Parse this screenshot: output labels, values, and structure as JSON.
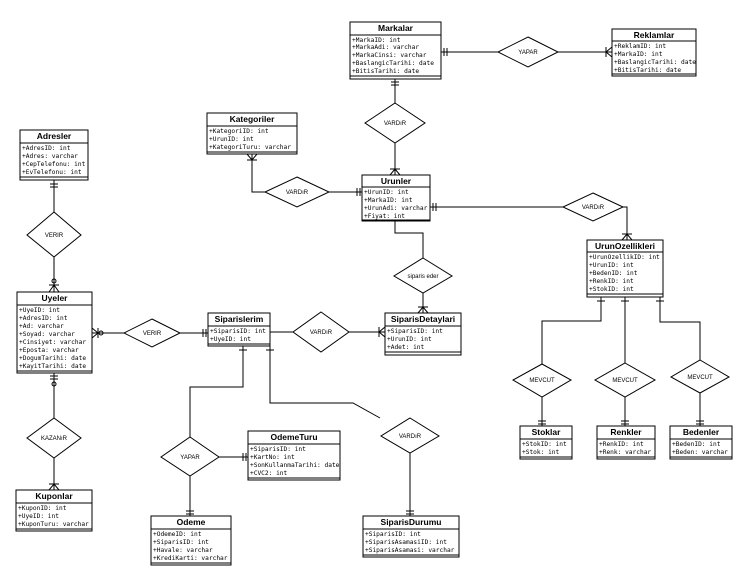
{
  "entities": {
    "markalar": {
      "title": "Markalar",
      "attrs": [
        "+MarkaID: int",
        "+MarkaAdi: varchar",
        "+MarkaCinsi: varchar",
        "+BaslangicTarihi: date",
        "+BitisTarihi: date"
      ]
    },
    "reklamlar": {
      "title": "Reklamlar",
      "attrs": [
        "+ReklamID: int",
        "+MarkaID: int",
        "+BaslangicTarihi: date",
        "+BitisTarihi: date"
      ]
    },
    "kategoriler": {
      "title": "Kategoriler",
      "attrs": [
        "+KategoriID: int",
        "+UrunID: int",
        "+KategoriTuru: varchar"
      ]
    },
    "adresler": {
      "title": "Adresler",
      "attrs": [
        "+AdresID: int",
        "+Adres: varchar",
        "+CepTelefonu: int",
        "+EvTelefonu: int"
      ]
    },
    "urunler": {
      "title": "Urunler",
      "attrs": [
        "+UrunID: int",
        "+MarkaID: int",
        "+UrunAdi: varchar",
        "+Fiyat: int"
      ]
    },
    "urunozellikleri": {
      "title": "UrunOzellikleri",
      "attrs": [
        "+UrunOzellikID: int",
        "+UrunID: int",
        "+BedenID: int",
        "+RenkID: int",
        "+StokID: int"
      ]
    },
    "uyeler": {
      "title": "Uyeler",
      "attrs": [
        "+UyeID: int",
        "+AdresID: int",
        "+Ad: varchar",
        "+Soyad: varchar",
        "+Cinsiyet: varchar",
        "+Eposta: varchar",
        "+DogumTarihi: date",
        "+KayitTarihi: date"
      ]
    },
    "siparislerim": {
      "title": "Siparislerim",
      "attrs": [
        "+SiparisID: int",
        "+UyeID: int"
      ]
    },
    "siparisdetaylari": {
      "title": "SiparisDetaylari",
      "attrs": [
        "+SiparisID: int",
        "+UrunID: int",
        "+Adet: int"
      ]
    },
    "stoklar": {
      "title": "Stoklar",
      "attrs": [
        "+StokID: int",
        "+Stok: int"
      ]
    },
    "renkler": {
      "title": "Renkler",
      "attrs": [
        "+RenkID: int",
        "+Renk: varchar"
      ]
    },
    "bedenler": {
      "title": "Bedenler",
      "attrs": [
        "+BedenID: int",
        "+Beden: varchar"
      ]
    },
    "odemeturu": {
      "title": "OdemeTuru",
      "attrs": [
        "+SiparisID: int",
        "+KartNo: int",
        "+SonKullanmaTarihi: date",
        "+CVC2: int"
      ]
    },
    "kuponlar": {
      "title": "Kuponlar",
      "attrs": [
        "+KuponID: int",
        "+UyeID: int",
        "+KuponTuru: varchar"
      ]
    },
    "odeme": {
      "title": "Odeme",
      "attrs": [
        "+OdemeID: int",
        "+SiparisID: int",
        "+Havale: varchar",
        "+KrediKarti: varchar"
      ]
    },
    "siparisdurumu": {
      "title": "SiparisDurumu",
      "attrs": [
        "+SiparisID: int",
        "+SiparisAsamasiID: int",
        "+SiparisAsamasi: varchar"
      ]
    }
  },
  "relationships": {
    "yapar_markalar_reklamlar": "YAPAR",
    "vardir_markalar_urunler": "VARDıR",
    "vardir_kategoriler_urunler": "VARDıR",
    "vardir_urunler_ozellikler": "VARDıR",
    "verir_adresler_uyeler": "VERIR",
    "siparis_eder": "siparis eder",
    "verir_uyeler_siparislerim": "VERIR",
    "vardir_siparislerim_detaylari": "VARDıR",
    "mevcut_stoklar": "MEVCUT",
    "mevcut_renkler": "MEVCUT",
    "mevcut_bedenler": "MEVCUT",
    "kazanir": "KAZANıR",
    "yapar_odeme": "YAPAR",
    "vardir_siparisdurumu": "VARDıR"
  }
}
